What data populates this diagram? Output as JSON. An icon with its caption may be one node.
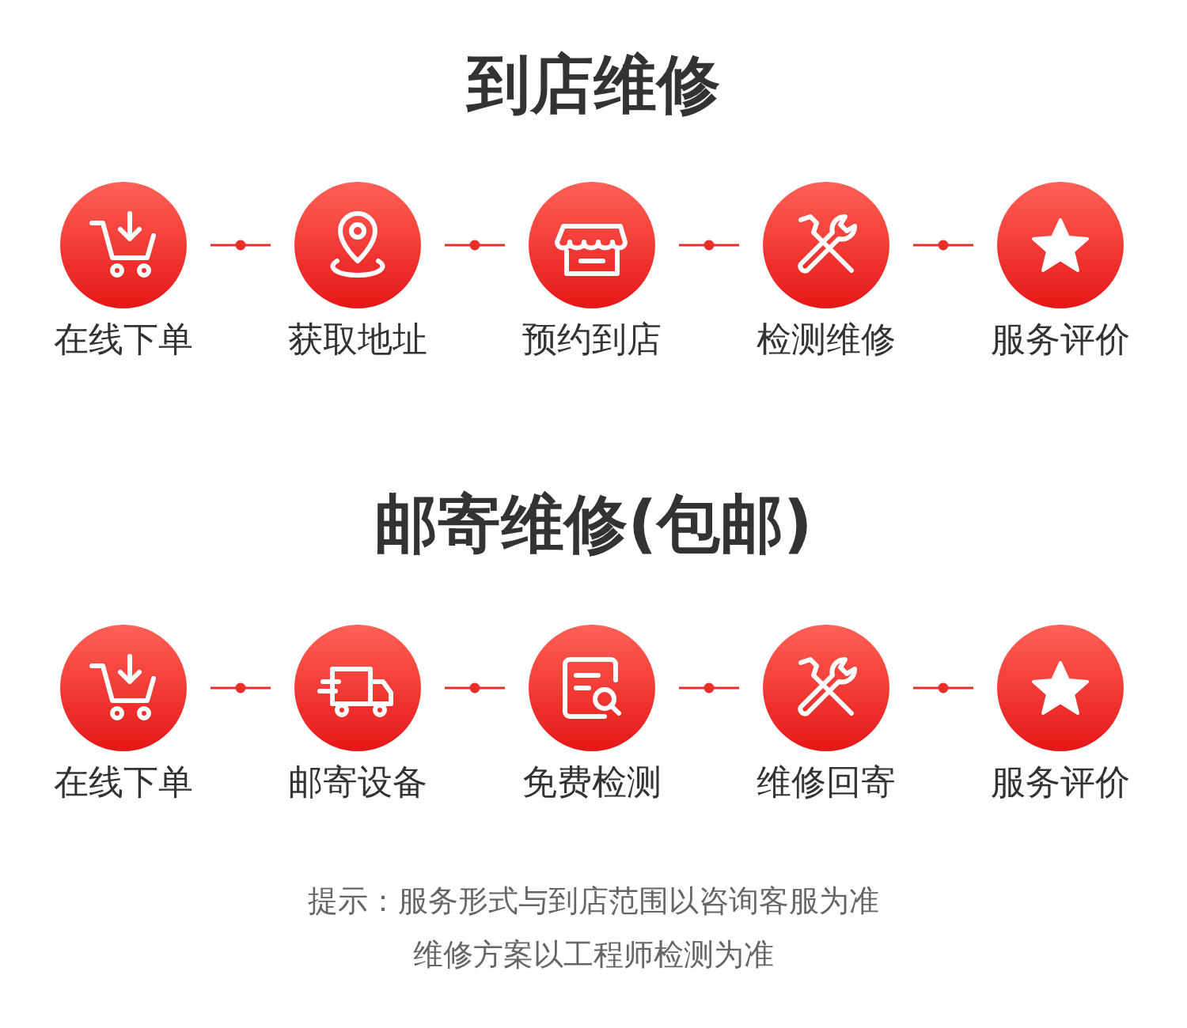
{
  "diagram": {
    "title": "到店维修",
    "nodes": [
      {
        "text": [
          "在线下单"
        ]
      },
      {
        "text": [
          "获取地址"
        ]
      },
      {
        "text": [
          "预约到店"
        ]
      },
      {
        "text": [
          "检测维修"
        ]
      },
      {
        "text": [
          "服务评价"
        ]
      },
      {
        "text": [
          "在线下单"
        ]
      },
      {
        "text": [
          "邮寄设备"
        ]
      },
      {
        "text": [
          "免费检测"
        ]
      },
      {
        "text": [
          "维修回寄"
        ]
      },
      {
        "text": [
          "服务评价"
        ]
      }
    ],
    "edges": [
      {
        "from": 0,
        "to": 1,
        "arrow": "none"
      },
      {
        "from": 1,
        "to": 2,
        "arrow": "none"
      },
      {
        "from": 2,
        "to": 3,
        "arrow": "none"
      },
      {
        "from": 3,
        "to": 4,
        "arrow": "none"
      },
      {
        "from": 5,
        "to": 6,
        "arrow": "none"
      },
      {
        "from": 6,
        "to": 7,
        "arrow": "none"
      },
      {
        "from": 7,
        "to": 8,
        "arrow": "none"
      },
      {
        "from": 8,
        "to": 9,
        "arrow": "none"
      }
    ],
    "labels": [
      "邮寄维修(包邮)",
      "提示：服务形式与到店范围以咨询客服为准",
      "维修方案以工程师检测为准"
    ]
  }
}
